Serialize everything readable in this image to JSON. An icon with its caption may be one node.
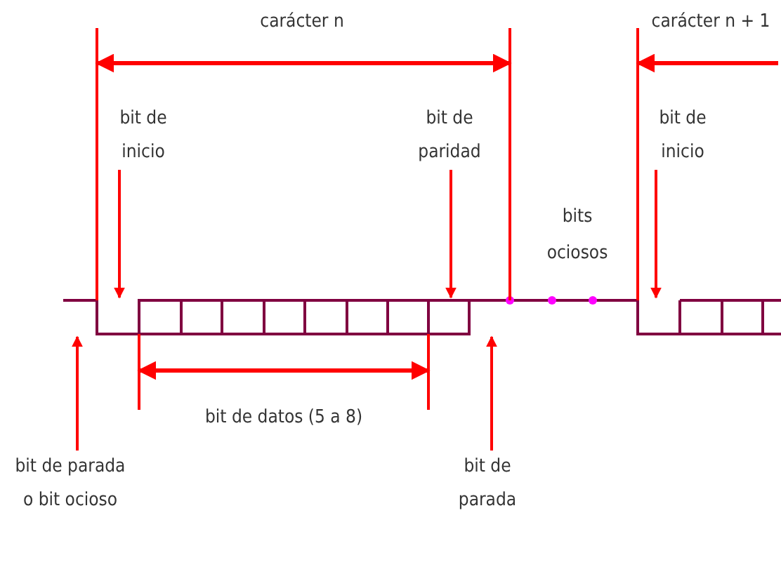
{
  "diagram": {
    "nodes": [
      {
        "text": [
          "bit de inicio"
        ]
      },
      {
        "text": [
          "bit de paridad"
        ]
      },
      {
        "text": [
          "bit de inicio"
        ]
      },
      {
        "text": [
          "bit de parada o bit ocioso"
        ]
      },
      {
        "text": [
          "bit de parada"
        ]
      }
    ],
    "edges": [
      {
        "from": 0,
        "to": null,
        "arrow": "to"
      },
      {
        "from": 1,
        "to": null,
        "arrow": "to"
      },
      {
        "from": 2,
        "to": null,
        "arrow": "to"
      },
      {
        "from": 3,
        "to": null,
        "arrow": "to"
      },
      {
        "from": 4,
        "to": null,
        "arrow": "to"
      }
    ],
    "labels": [
      "carácter n",
      "carácter n + 1",
      "bits ociosos",
      "bit de datos (5 a 8)"
    ]
  }
}
